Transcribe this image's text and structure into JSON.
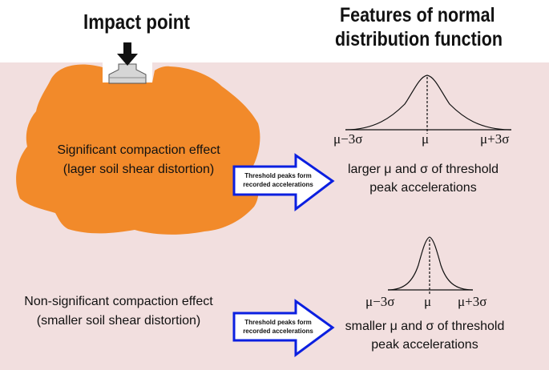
{
  "colors": {
    "soil_background": "#f2dfdf",
    "compaction_blob": "#f28a2a",
    "arrow_fill": "#ffffff",
    "arrow_outline": "#0b1fe0",
    "impactor_fill": "#d6d6d6",
    "text": "#111111"
  },
  "header": {
    "impact_label": "Impact point",
    "features_title_line1": "Features of normal",
    "features_title_line2": "distribution function"
  },
  "top_case": {
    "effect_line1": "Significant compaction effect",
    "effect_line2": "(lager soil shear distortion)",
    "arrow_line1": "Threshold peaks form",
    "arrow_line2": "recorded accelerations",
    "axis_left": "μ−3σ",
    "axis_center": "μ",
    "axis_right": "μ+3σ",
    "result_line1": "larger μ and σ of threshold",
    "result_line2": "peak accelerations"
  },
  "bottom_case": {
    "effect_line1": "Non-significant compaction effect",
    "effect_line2": "(smaller soil shear distortion)",
    "arrow_line1": "Threshold peaks form",
    "arrow_line2": "recorded accelerations",
    "axis_left": "μ−3σ",
    "axis_center": "μ",
    "axis_right": "μ+3σ",
    "result_line1": "smaller μ and σ of threshold",
    "result_line2": "peak accelerations"
  },
  "icons": {
    "impact_arrow": "down-arrow-icon",
    "impactor": "impactor-icon",
    "process_arrow": "right-arrow-icon"
  }
}
